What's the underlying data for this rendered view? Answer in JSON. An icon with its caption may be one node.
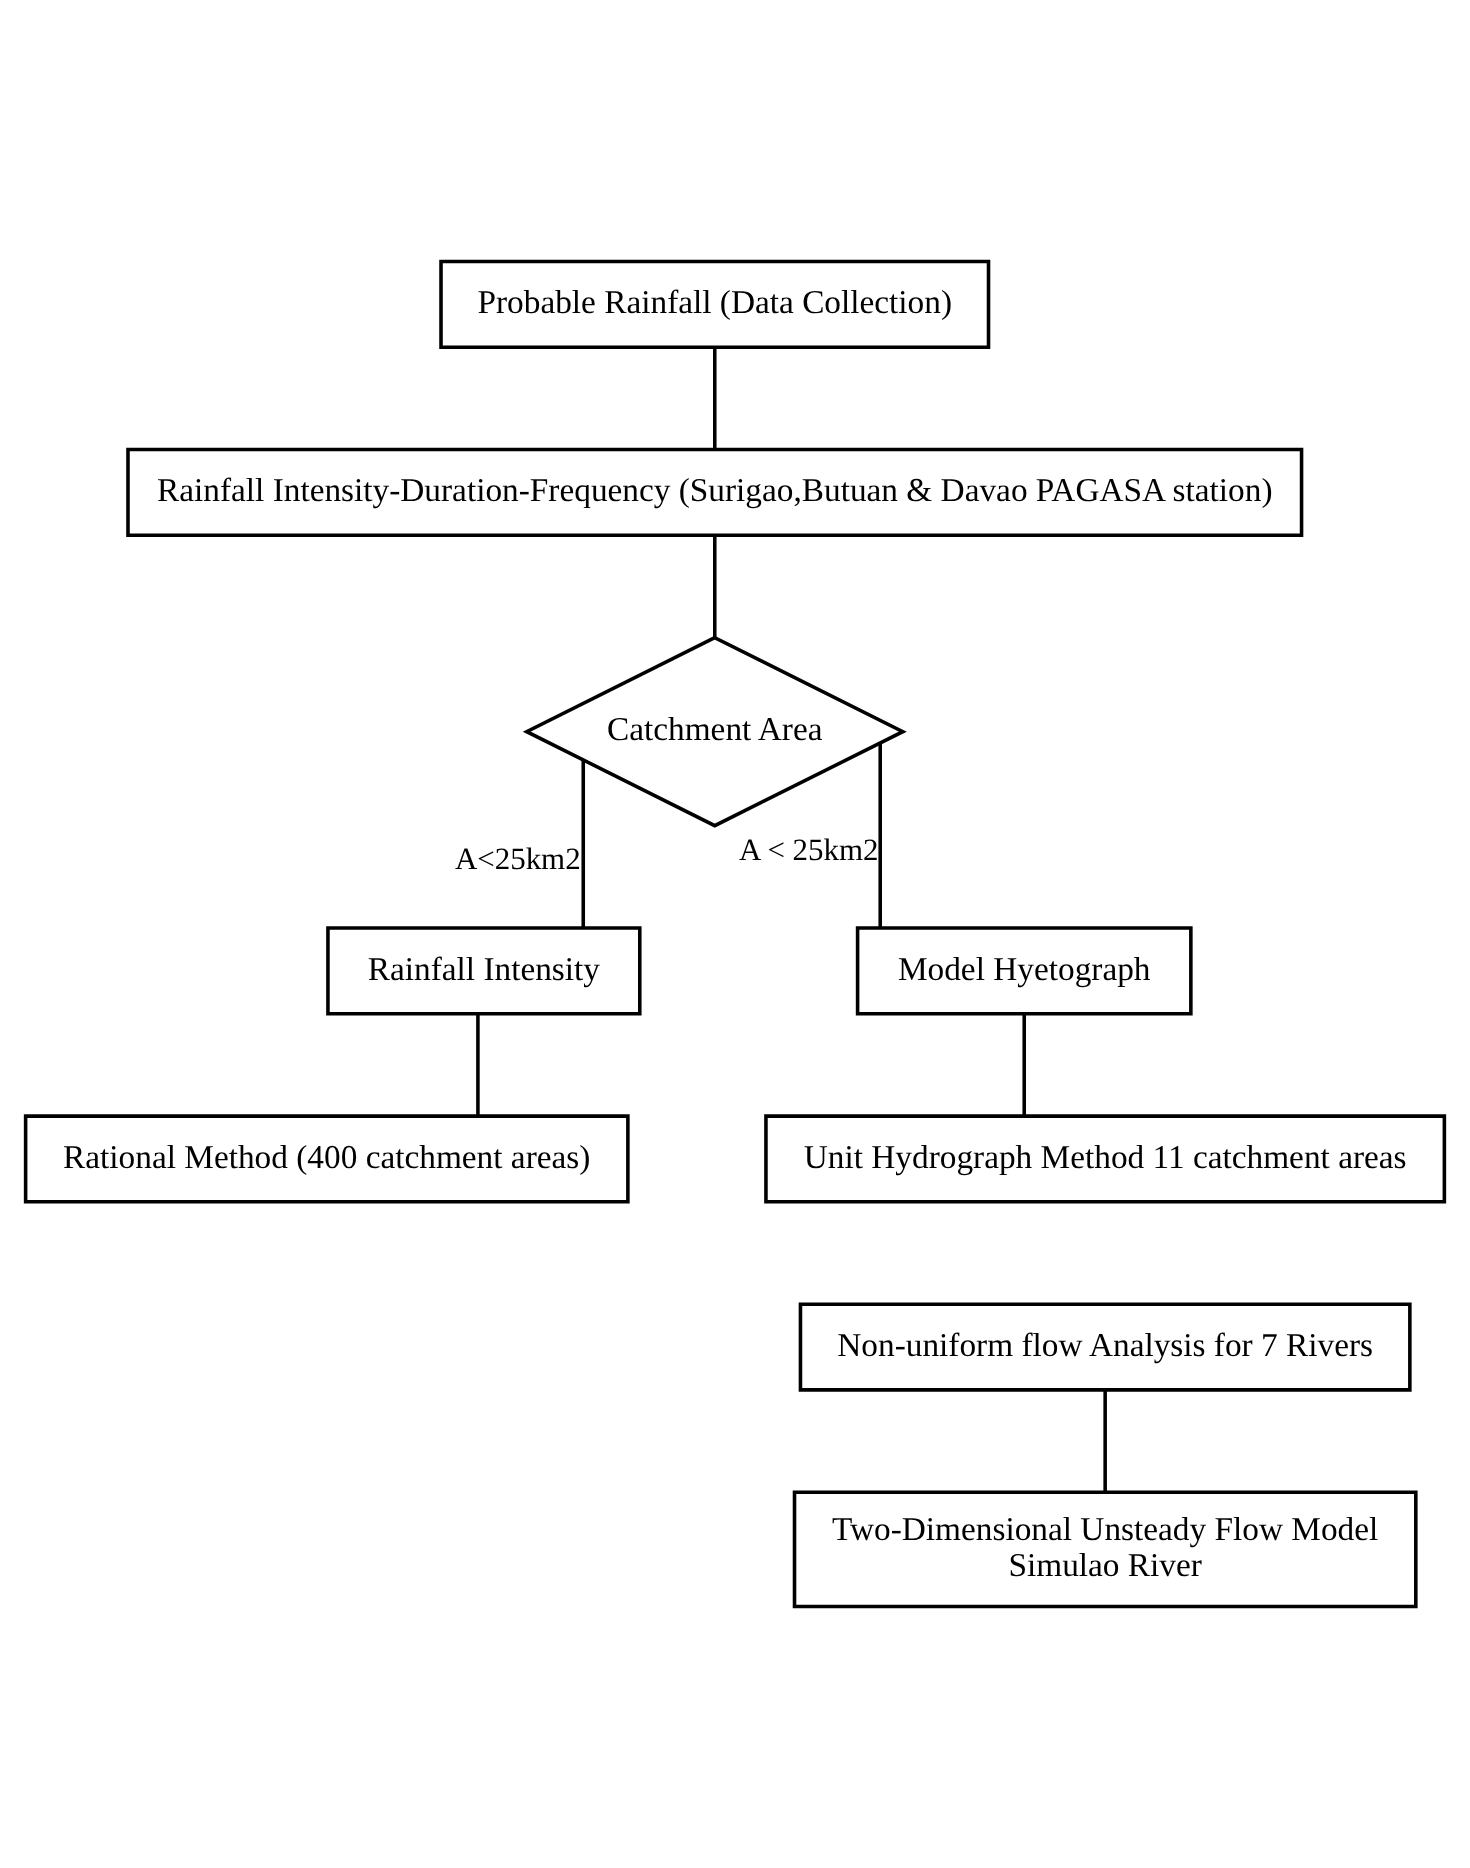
{
  "diagram": {
    "nodes": [
      {
        "text": [
          "Probable Rainfall (Data Collection)"
        ]
      },
      {
        "text": [
          "Rainfall Intensity-Duration-Frequency (Surigao,Butuan & Davao PAGASA station)"
        ]
      },
      {
        "text": [
          "Catchment Area"
        ]
      },
      {
        "text": [
          "Rainfall Intensity"
        ]
      },
      {
        "text": [
          "Model Hyetograph"
        ]
      },
      {
        "text": [
          "Rational Method (400 catchment areas)"
        ]
      },
      {
        "text": [
          "Unit Hydrograph Method 11 catchment areas"
        ]
      },
      {
        "text": [
          "Non-uniform flow Analysis for 7 Rivers"
        ]
      },
      {
        "text": [
          "Two-Dimensional Unsteady Flow Model",
          "Simulao River"
        ]
      }
    ],
    "edges": [
      {
        "from": 0,
        "to": 1,
        "arrow": "none"
      },
      {
        "from": 1,
        "to": 2,
        "arrow": "none"
      },
      {
        "from": 2,
        "to": 3,
        "arrow": "none",
        "label": "A<25km2"
      },
      {
        "from": 2,
        "to": 4,
        "arrow": "none",
        "label": "A < 25km2"
      },
      {
        "from": 3,
        "to": 5,
        "arrow": "none"
      },
      {
        "from": 4,
        "to": 6,
        "arrow": "none"
      },
      {
        "from": 7,
        "to": 8,
        "arrow": "none"
      }
    ]
  }
}
